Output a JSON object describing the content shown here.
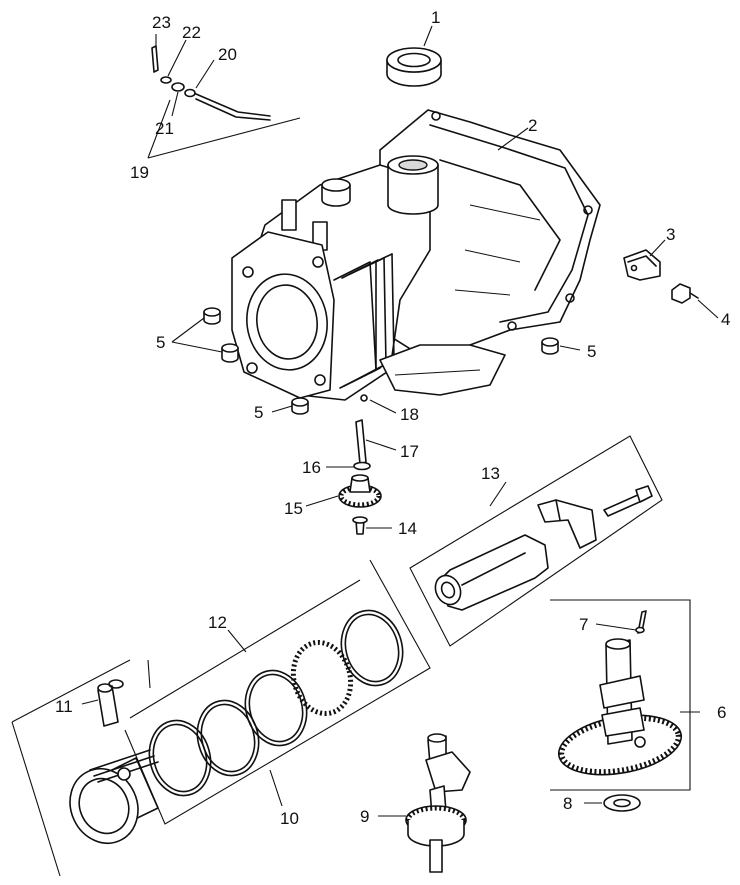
{
  "callouts": {
    "c1": "1",
    "c2": "2",
    "c3": "3",
    "c4": "4",
    "c5a": "5",
    "c5b": "5",
    "c5c": "5",
    "c6": "6",
    "c7": "7",
    "c8": "8",
    "c9": "9",
    "c10": "10",
    "c11": "11",
    "c12": "12",
    "c13": "13",
    "c14": "14",
    "c15": "15",
    "c16": "16",
    "c17": "17",
    "c18": "18",
    "c19": "19",
    "c20": "20",
    "c21": "21",
    "c22": "22",
    "c23": "23"
  }
}
